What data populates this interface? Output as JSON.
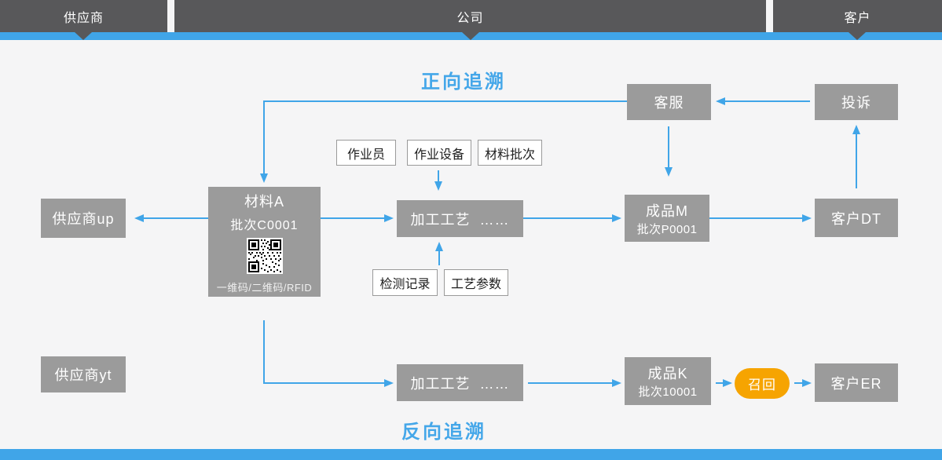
{
  "header": {
    "sections": [
      "供应商",
      "公司",
      "客户"
    ]
  },
  "titles": {
    "forward": "正向追溯",
    "backward": "反向追溯"
  },
  "nodes": {
    "customer_service": {
      "label": "客服"
    },
    "complaint": {
      "label": "投诉"
    },
    "operator_tag": {
      "label": "作业员"
    },
    "equipment_tag": {
      "label": "作业设备"
    },
    "material_batch_tag": {
      "label": "材料批次"
    },
    "material_a": {
      "title": "材料A",
      "batch": "批次C0001",
      "code_caption": "一维码/二维码/RFID",
      "icon": "qr-code-icon"
    },
    "supplier_up": {
      "label": "供应商up"
    },
    "process_top": {
      "label": "加工工艺  ……"
    },
    "product_m": {
      "title": "成品M",
      "batch": "批次P0001"
    },
    "customer_dt": {
      "label": "客户DT"
    },
    "inspection_tag": {
      "label": "检测记录"
    },
    "params_tag": {
      "label": "工艺参数"
    },
    "supplier_yt": {
      "label": "供应商yt"
    },
    "process_bottom": {
      "label": "加工工艺  ……"
    },
    "product_k": {
      "title": "成品K",
      "batch": "批次10001"
    },
    "recall": {
      "label": "召回"
    },
    "customer_er": {
      "label": "客户ER"
    }
  },
  "colors": {
    "accent_blue": "#40a5e8",
    "header_dark": "#58585a",
    "node_gray": "#9b9b9b",
    "recall_orange": "#f6a401",
    "background": "#f5f5f6"
  }
}
